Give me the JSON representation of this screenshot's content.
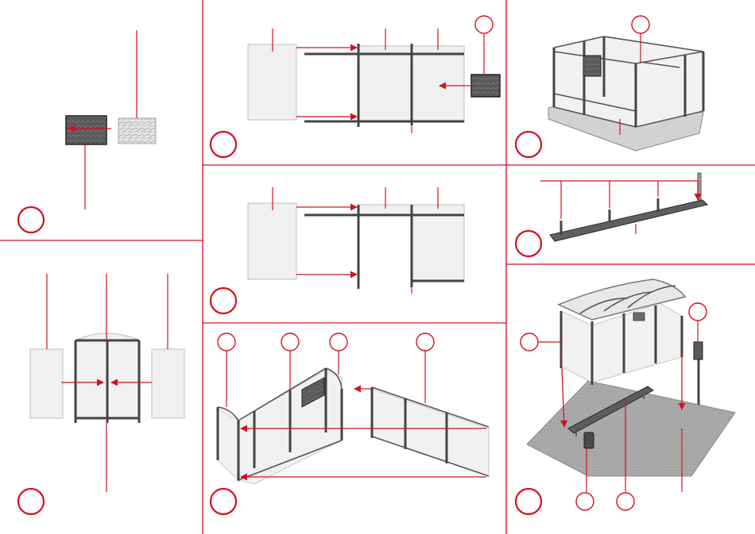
{
  "accent_color": "#d6101d",
  "frame_color": "#444444",
  "glass_color": "#f1f1f1",
  "panels": [
    {
      "id": "step-1",
      "content": "texture-sticker-on-dark-panel"
    },
    {
      "id": "step-2",
      "content": "side-glass-insert-and-poster"
    },
    {
      "id": "step-3",
      "content": "glass-insert-side-frame"
    },
    {
      "id": "step-4",
      "content": "back-wall-with-side-walls"
    },
    {
      "id": "step-5",
      "content": "assembled-shelter-base"
    },
    {
      "id": "step-6",
      "content": "bench-and-posts"
    },
    {
      "id": "step-7",
      "content": "front-and-back-glass-panels"
    },
    {
      "id": "step-8",
      "content": "final-shelter-on-platform"
    }
  ],
  "icons": [
    "step-circle",
    "callout-circle",
    "arrow-right",
    "arrow-left",
    "arrow-down",
    "leader-line"
  ]
}
